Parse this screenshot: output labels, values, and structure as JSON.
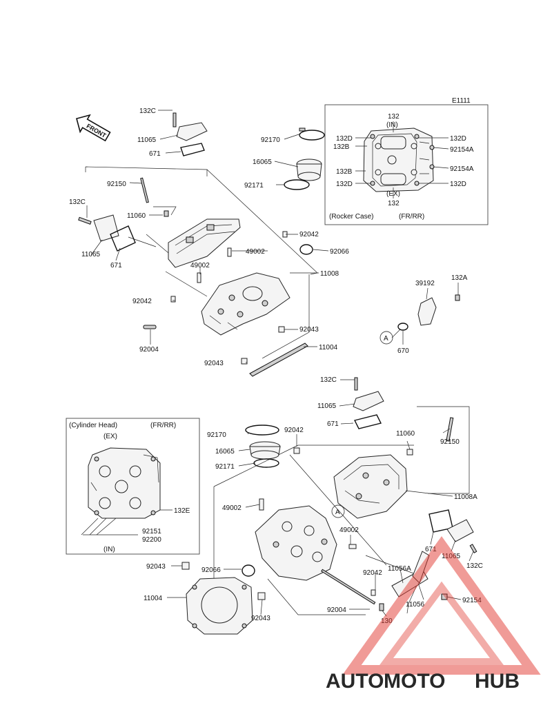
{
  "diagram_code": "E1111",
  "front_arrow_label": "FRONT",
  "watermark": {
    "brand_auto": "AUTO",
    "brand_moto": "MOTO",
    "brand_hub": "HUB",
    "color_red": "#e0342b",
    "color_orange": "#f7a23a",
    "color_dark": "#5a5a5a"
  },
  "inset_rocker": {
    "caption": "(Rocker Case)",
    "caption_sub": "(FR/RR)",
    "in_label": "(IN)",
    "ex_label": "(EX)",
    "labels": [
      "132",
      "132D",
      "132D",
      "132B",
      "92154A",
      "132B",
      "92154A",
      "132D",
      "132D",
      "132"
    ]
  },
  "inset_head": {
    "caption": "(Cylinder Head)",
    "caption_sub": "(FR/RR)",
    "ex_label": "(EX)",
    "in_label": "(IN)",
    "labels": [
      "132E",
      "92151",
      "92200"
    ]
  },
  "upper_labels": [
    "132C",
    "11065",
    "671",
    "92150",
    "132C",
    "11060",
    "11065",
    "671",
    "92170",
    "16065",
    "92171",
    "92042",
    "49002",
    "92066",
    "49002",
    "11008",
    "92042",
    "92004",
    "92043",
    "11004",
    "92043"
  ],
  "side_labels": [
    "39192",
    "132A",
    "A",
    "670"
  ],
  "lower_labels": [
    "132C",
    "11065",
    "671",
    "11060",
    "92150",
    "92170",
    "92042",
    "16065",
    "92171",
    "11008A",
    "49002",
    "A",
    "49002",
    "671",
    "11065",
    "132C",
    "92043",
    "92066",
    "92042",
    "11056A",
    "11056",
    "92154",
    "11004",
    "92043",
    "92004",
    "130"
  ]
}
